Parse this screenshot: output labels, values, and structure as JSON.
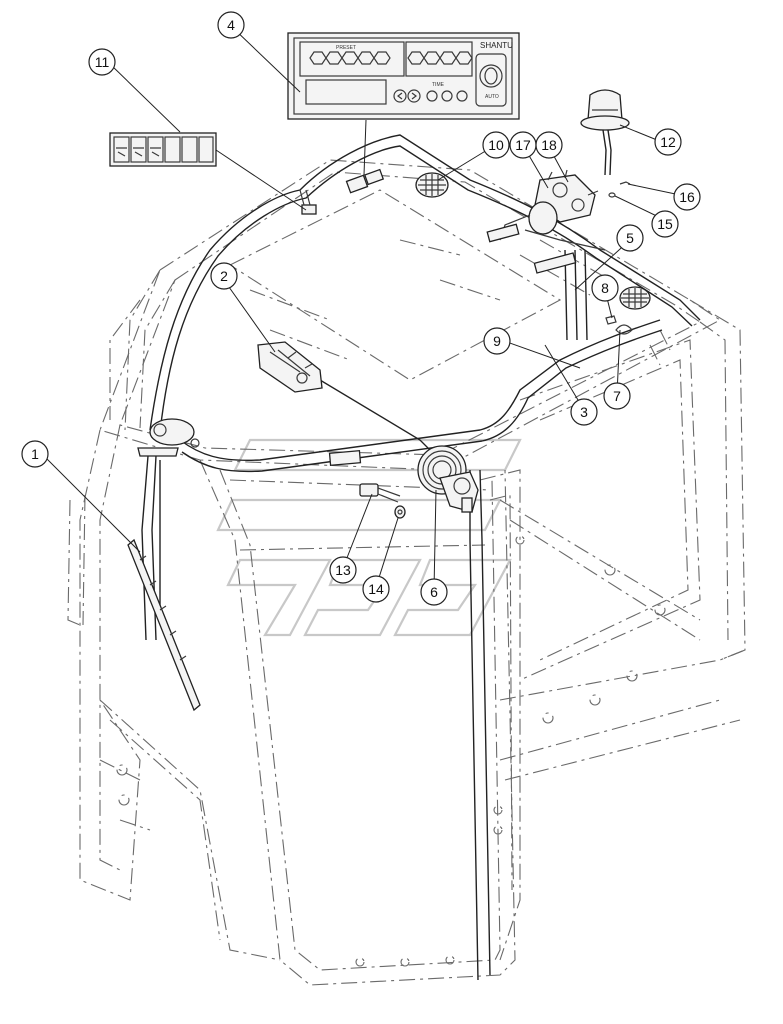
{
  "panel": {
    "brand": "SHANTU",
    "preset_label": "PRESET",
    "time_label": "TIME",
    "knob_label": "AUTO"
  },
  "callouts": [
    {
      "id": "c1",
      "label": "1"
    },
    {
      "id": "c2",
      "label": "2"
    },
    {
      "id": "c3",
      "label": "3"
    },
    {
      "id": "c4",
      "label": "4"
    },
    {
      "id": "c5",
      "label": "5"
    },
    {
      "id": "c6",
      "label": "6"
    },
    {
      "id": "c7",
      "label": "7"
    },
    {
      "id": "c8",
      "label": "8"
    },
    {
      "id": "c9",
      "label": "9"
    },
    {
      "id": "c10",
      "label": "10"
    },
    {
      "id": "c11",
      "label": "11"
    },
    {
      "id": "c12",
      "label": "12"
    },
    {
      "id": "c13",
      "label": "13"
    },
    {
      "id": "c14",
      "label": "14"
    },
    {
      "id": "c15",
      "label": "15"
    },
    {
      "id": "c16",
      "label": "16"
    },
    {
      "id": "c17",
      "label": "17"
    },
    {
      "id": "c18",
      "label": "18"
    }
  ]
}
